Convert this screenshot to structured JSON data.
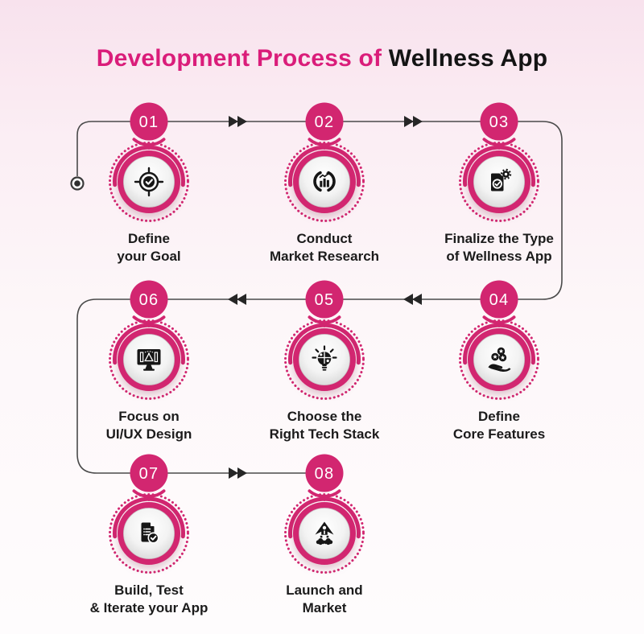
{
  "title": {
    "highlight": "Development Process of",
    "rest": "Wellness App"
  },
  "colors": {
    "accent_pink": "#d22670",
    "title_pink": "#da1d7a",
    "title_dark": "#141414",
    "connector_line": "#4a4a4a",
    "arrow": "#262626",
    "label_text": "#1b1b1b"
  },
  "connector": {
    "start_marker": "bullseye-dot",
    "arrow_style": "double-chevron",
    "row1_direction": "right",
    "row2_direction": "left",
    "row3_direction": "right"
  },
  "steps": [
    {
      "number": "01",
      "label": "Define\nyour Goal",
      "icon": "target-check-icon"
    },
    {
      "number": "02",
      "label": "Conduct\nMarket Research",
      "icon": "market-research-chart-icon"
    },
    {
      "number": "03",
      "label": "Finalize the Type\nof Wellness App",
      "icon": "document-gear-check-icon"
    },
    {
      "number": "04",
      "label": "Define\nCore Features",
      "icon": "hand-feature-stars-icon"
    },
    {
      "number": "05",
      "label": "Choose the\nRight Tech Stack",
      "icon": "lightbulb-puzzle-icon"
    },
    {
      "number": "06",
      "label": "Focus on\nUI/UX Design",
      "icon": "monitor-design-icon"
    },
    {
      "number": "07",
      "label": "Build, Test\n& Iterate your App",
      "icon": "document-check-icon"
    },
    {
      "number": "08",
      "label": "Launch and\nMarket",
      "icon": "rocket-launch-icon"
    }
  ]
}
